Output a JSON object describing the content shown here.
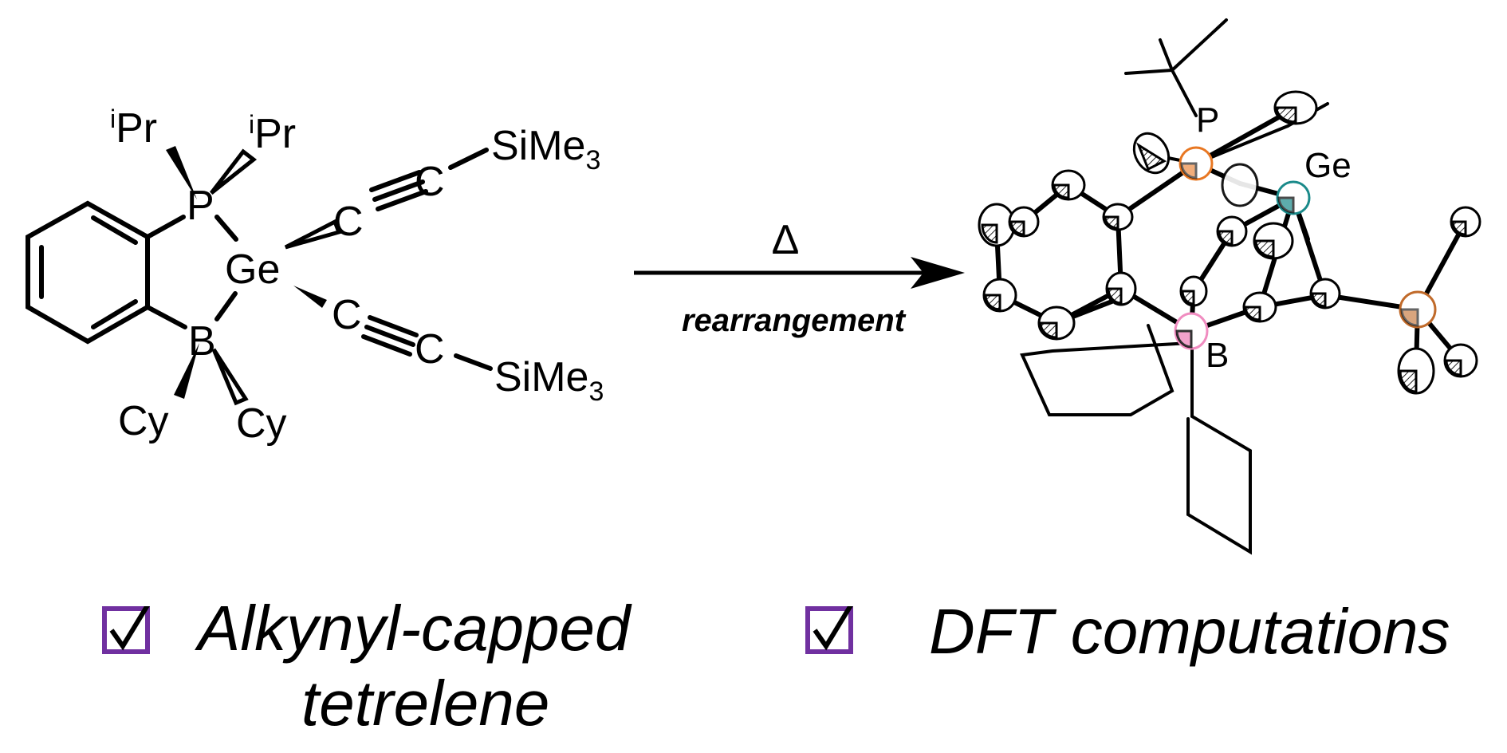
{
  "scheme": {
    "reactant_labels": {
      "ipr": "Pr",
      "ipr_sup": "i",
      "p": "P",
      "ge": "Ge",
      "b": "B",
      "cy": "Cy",
      "c": "C",
      "sime3": "SiMe",
      "sub3": "3"
    },
    "arrow": {
      "above": "Δ",
      "below": "rearrangement"
    },
    "product_labels": {
      "p": "P",
      "ge": "Ge",
      "b": "B"
    },
    "colors": {
      "ge_text": "#1a1aff",
      "p_atom": "#e87722",
      "ge_atom": "#1a8a8a",
      "b_atom": "#f08cc0",
      "si_atom": "#c06a2a",
      "checkbox": "#7030a0"
    }
  },
  "features": [
    {
      "label_line1": "Alkynyl-capped",
      "label_line2": "tetrelene",
      "checked": true
    },
    {
      "label_line1": "DFT computations",
      "checked": true
    }
  ]
}
